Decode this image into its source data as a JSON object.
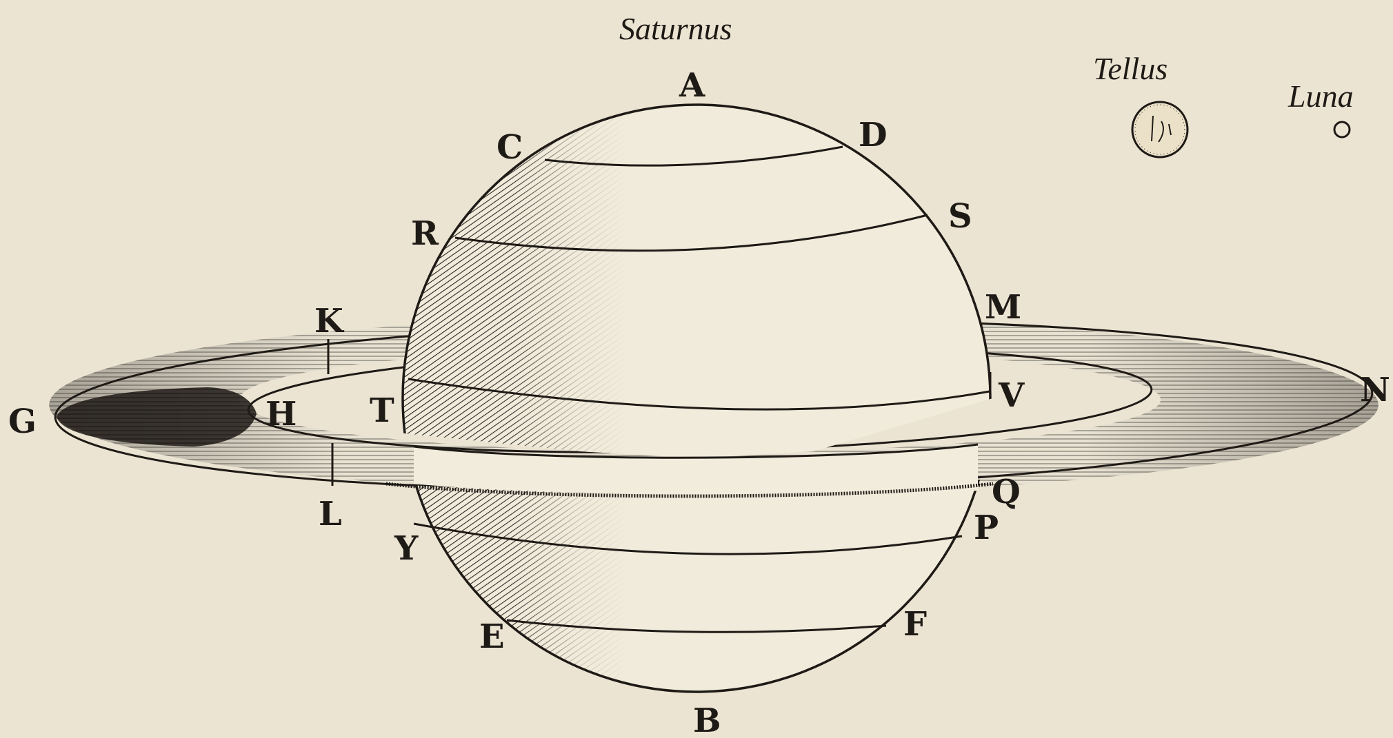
{
  "title": "Saturnus",
  "bodies": {
    "earth": "Tellus",
    "moon": "Luna"
  },
  "points": {
    "A": "A",
    "B": "B",
    "C": "C",
    "D": "D",
    "E": "E",
    "F": "F",
    "G": "G",
    "H": "H",
    "K": "K",
    "L": "L",
    "M": "M",
    "N": "N",
    "P": "P",
    "Q": "Q",
    "R": "R",
    "S": "S",
    "T": "T",
    "V": "V",
    "Y": "Y"
  },
  "colors": {
    "paper": "#ece4d2",
    "ink": "#1e1a16"
  }
}
